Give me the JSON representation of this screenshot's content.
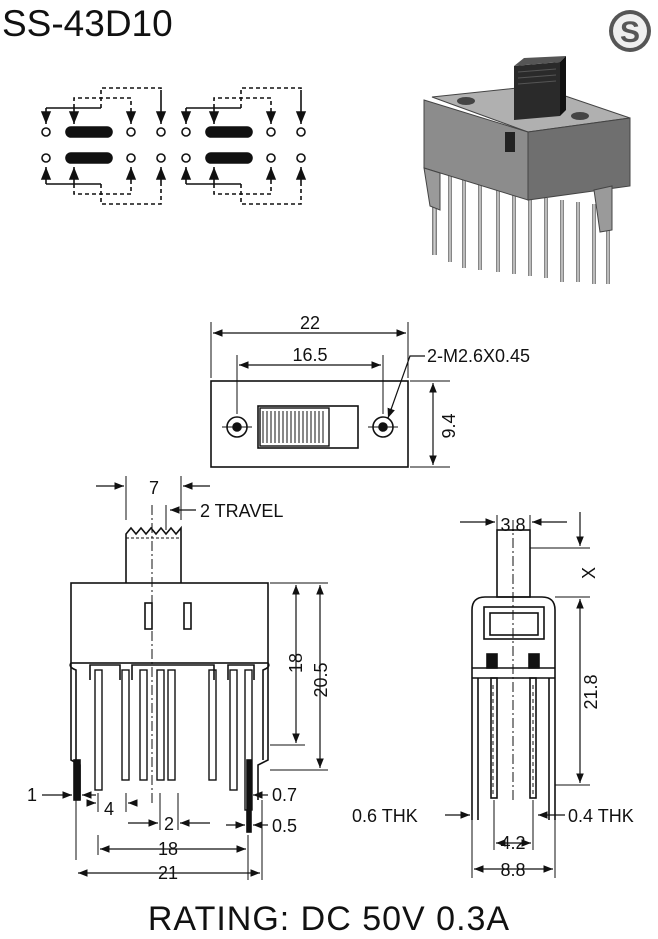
{
  "title": "SS-43D10",
  "logo_letter": "S",
  "rating": "RATING: DC 50V 0.3A",
  "top_view": {
    "width": "22",
    "hole_pitch": "16.5",
    "screw_label": "2-M2.6X0.45",
    "height": "9.4"
  },
  "front_view": {
    "actuator_width": "7",
    "travel": "2 TRAVEL",
    "body_height": "18",
    "total_height": "20.5",
    "pin_width": "1",
    "pin_spacing_a": "4",
    "pin_spacing_b": "2",
    "pin_row": "18",
    "overall_width": "21",
    "mount_pin_offset": "0.7",
    "pin_thickness": "0.5"
  },
  "side_view": {
    "actuator_width": "3.8",
    "actuator_height": "X",
    "body_height": "21.8",
    "thk_left": "0.6 THK",
    "thk_right": "0.4 THK",
    "pin_spacing": "4.2",
    "overall_width": "8.8"
  },
  "colors": {
    "ink": "#111111",
    "photo_body": "#8a8a8a",
    "photo_dark": "#2a2a2a"
  }
}
